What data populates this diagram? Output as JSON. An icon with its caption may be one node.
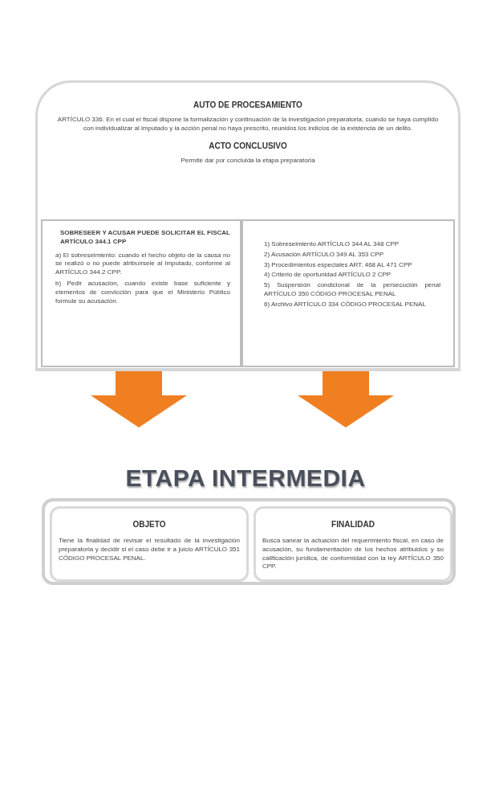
{
  "diagram": {
    "nodes": [
      {
        "text": [
          "AUTO DE PROCESAMIENTO",
          "ARTÍCULO 336. En el cual el fiscal dispone la formalización y continuación de la investigación preparatoria, cuando se haya cumplido con individualizar al imputado y la acción penal no haya prescrito, reunidos los indicios de la existencia de un delito.",
          "ACTO CONCLUSIVO",
          "Permite dar por concluida la etapa preparatoria"
        ]
      },
      {
        "text": [
          "SOBRESEER Y ACUSAR PUEDE SOLICITAR EL FISCAL ARTÍCULO 344.1 CPP",
          "a) El sobreseimiento: cuando el hecho objeto de la causa no se realizó o no puede atribuírsele al imputado, conforme al ARTÍCULO 344.2 CPP.",
          "b) Pedir acusación, cuando existe base suficiente y elementos de convicción para que el Ministerio Público formule su acusación."
        ],
        "in": 0
      },
      {
        "text": [
          "1) Sobreseimiento ARTÍCULO 344 AL 348 CPP",
          "2) Acusación ARTÍCULO 349 AL 353 CPP",
          "3) Procedimientos especiales ART. 468 AL 471 CPP",
          "4) Criterio de oportunidad ARTÍCULO 2 CPP",
          "5) Suspensión condicional de la persecución penal ARTÍCULO 350 CÓDIGO PROCESAL PENAL",
          "6) Archivo ARTÍCULO 334 CÓDIGO PROCESAL PENAL"
        ],
        "in": 0
      },
      {
        "text": [
          "ETAPA INTERMEDIA"
        ]
      },
      {
        "text": [],
        "shape": "box"
      },
      {
        "text": [
          "OBJETO",
          "Tiene la finalidad de revisar el resultado de la investigación preparatoria y decidir si el caso debe ir a juicio ARTÍCULO 351 CÓDIGO PROCESAL PENAL."
        ],
        "in": 4
      },
      {
        "text": [
          "FINALIDAD",
          "Busca sanear la actuación del requerimiento fiscal, en caso de acusación, su fundamentación de los hechos atribuidos y su calificación jurídica, de conformidad con la ley ARTÍCULO 350 CPP."
        ],
        "in": 4
      }
    ],
    "edges": [
      {
        "from": 1,
        "to": 3,
        "arrow": "to"
      },
      {
        "from": 2,
        "to": 3,
        "arrow": "to"
      }
    ]
  }
}
